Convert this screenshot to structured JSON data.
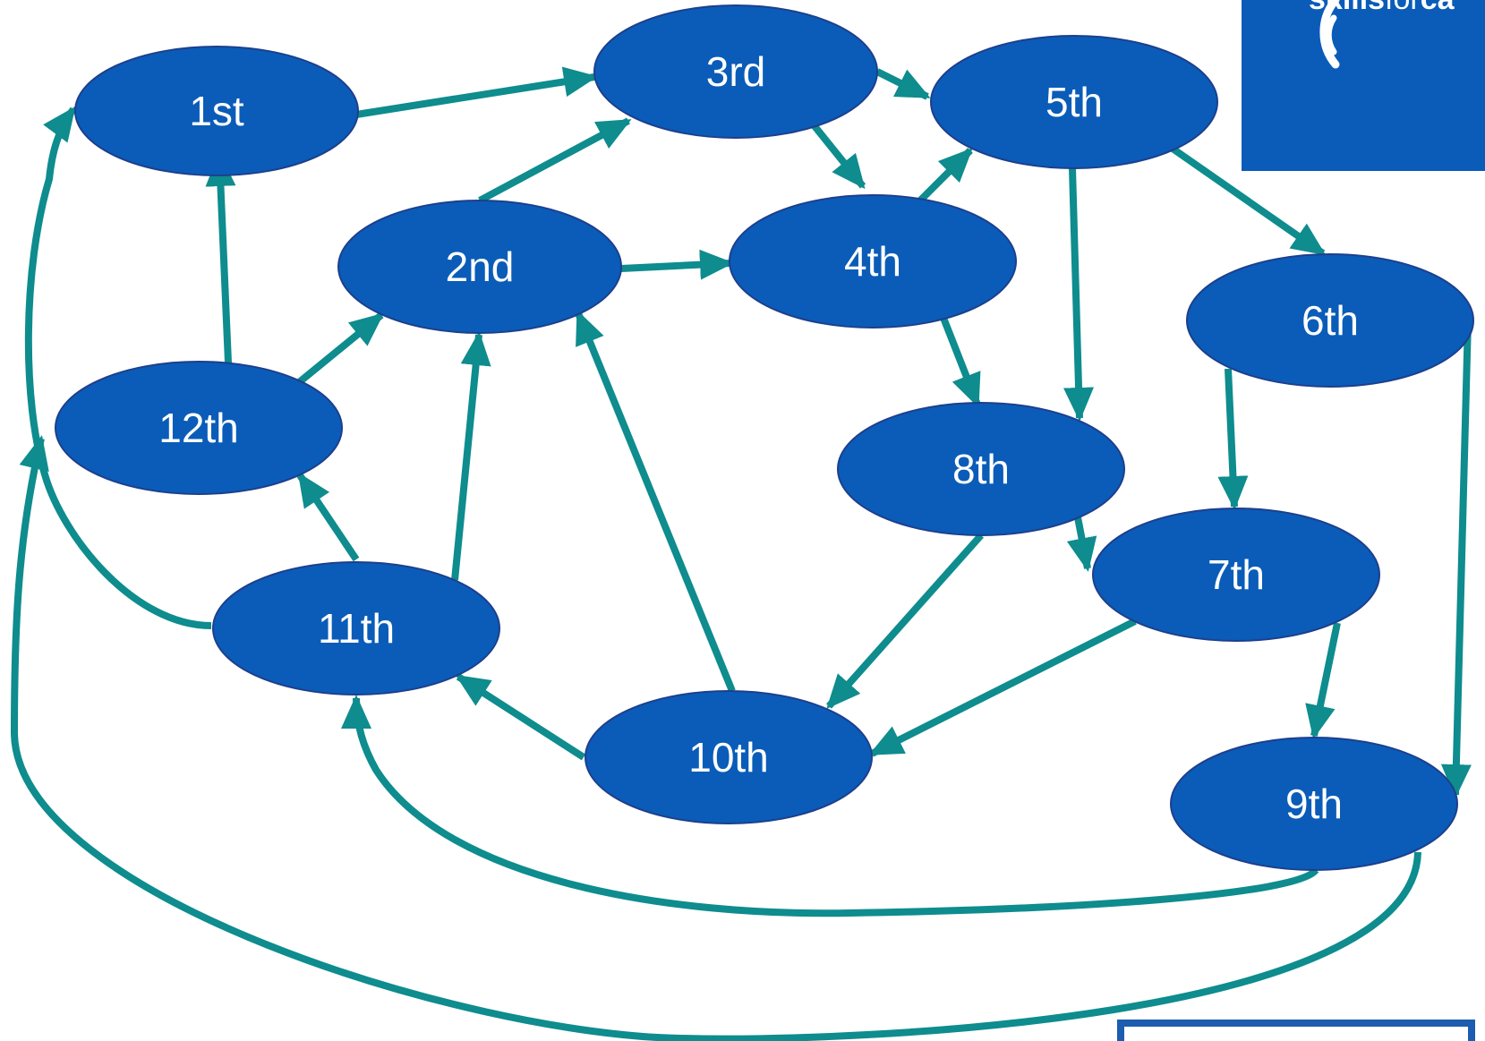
{
  "colors": {
    "node_fill": "#0A5CB8",
    "node_stroke": "#1D3F8C",
    "edge": "#0E8C8E",
    "logo_bg": "#0A5CB8",
    "box_border": "#1C5DB0"
  },
  "logo": {
    "text_bold": "skills",
    "text_light": "for",
    "text_tail": "ca"
  },
  "nodes": {
    "n1": "1st",
    "n2": "2nd",
    "n3": "3rd",
    "n4": "4th",
    "n5": "5th",
    "n6": "6th",
    "n7": "7th",
    "n8": "8th",
    "n9": "9th",
    "n10": "10th",
    "n11": "11th",
    "n12": "12th"
  },
  "edges": [
    {
      "from": "1st",
      "to": "3rd"
    },
    {
      "from": "3rd",
      "to": "5th"
    },
    {
      "from": "3rd",
      "to": "4th"
    },
    {
      "from": "2nd",
      "to": "3rd"
    },
    {
      "from": "2nd",
      "to": "4th"
    },
    {
      "from": "4th",
      "to": "5th"
    },
    {
      "from": "4th",
      "to": "8th"
    },
    {
      "from": "5th",
      "to": "8th"
    },
    {
      "from": "5th",
      "to": "6th"
    },
    {
      "from": "6th",
      "to": "7th"
    },
    {
      "from": "6th",
      "to": "9th"
    },
    {
      "from": "8th",
      "to": "7th"
    },
    {
      "from": "8th",
      "to": "10th"
    },
    {
      "from": "7th",
      "to": "10th"
    },
    {
      "from": "7th",
      "to": "9th"
    },
    {
      "from": "10th",
      "to": "2nd"
    },
    {
      "from": "10th",
      "to": "11th"
    },
    {
      "from": "11th",
      "to": "2nd"
    },
    {
      "from": "11th",
      "to": "12th"
    },
    {
      "from": "11th",
      "to": "1st"
    },
    {
      "from": "12th",
      "to": "2nd"
    },
    {
      "from": "12th",
      "to": "1st"
    },
    {
      "from": "9th",
      "to": "11th"
    },
    {
      "from": "9th",
      "to": "12th"
    }
  ]
}
